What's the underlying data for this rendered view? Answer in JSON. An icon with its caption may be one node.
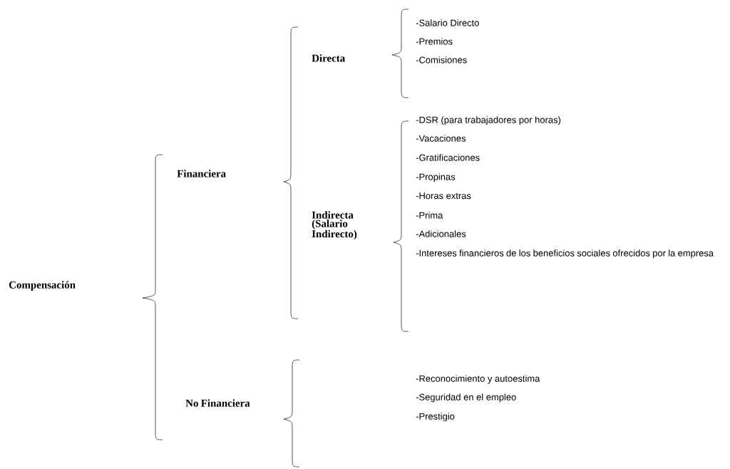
{
  "diagram": {
    "labels": [
      "Compensación",
      "Financiera",
      "Directa",
      "-Salario Directo",
      "-Premios",
      "-Comisiones",
      "Indirecta (Salario Indirecto)",
      "-DSR (para trabajadores por horas)",
      "-Vacaciones",
      "-Gratificaciones",
      "-Propinas",
      "-Horas extras",
      "-Prima",
      "-Adicionales",
      "-Intereses financieros de los beneficios sociales ofrecidos por la empresa",
      "No Financiera",
      "-Reconocimiento y autoestima",
      "-Seguridad en el empleo",
      "-Prestigio"
    ]
  }
}
